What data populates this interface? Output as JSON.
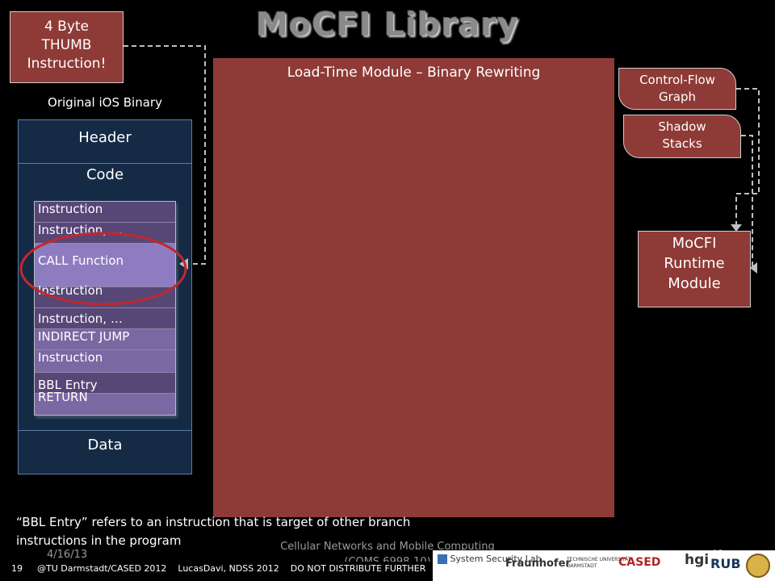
{
  "slide": {
    "title": "MoCFI Library",
    "thumb_box": [
      "4 Byte",
      "THUMB",
      "Instruction!"
    ],
    "binary_caption": "Original iOS Binary",
    "binary": {
      "header": "Header",
      "code": "Code",
      "data": "Data",
      "instructions": [
        "Instruction",
        "Instruction, …",
        "CALL Function",
        "Instruction",
        "Instruction, …",
        "INDIRECT JUMP",
        "Instruction",
        "BBL Entry",
        "RETURN"
      ]
    },
    "load_time_module": "Load-Time Module – Binary Rewriting",
    "control_flow_graph": [
      "Control-Flow",
      "Graph"
    ],
    "shadow_stacks": [
      "Shadow",
      "Stacks"
    ],
    "runtime_module": [
      "MoCFI",
      "Runtime",
      "Module"
    ],
    "note": "“BBL Entry” refers to an instruction that is target of other branch instructions in the program"
  },
  "footer": {
    "date": "4/16/13",
    "course_line1": "Cellular Networks and Mobile Computing",
    "course_line2": "(COMS 6998-10)",
    "page": "40",
    "slide_number": "19",
    "credits": "@TU Darmstadt/CASED 2012    LucasDavi, NDSS 2012    DO NOT DISTRIBUTE FURTHER",
    "logos": [
      "System Security Lab",
      "Fraunhofer",
      "TECHNISCHE UNIVERSITÄT DARMSTADT",
      "CASED",
      "hgi",
      "RUB"
    ]
  },
  "colors": {
    "maroon": "#8e3a36",
    "binary_bg": "#152a45",
    "highlight_ring": "#c0282d"
  }
}
